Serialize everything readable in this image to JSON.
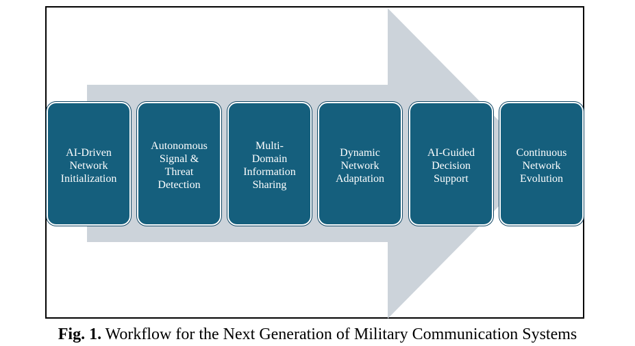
{
  "colors": {
    "arrow_fill": "#ccd3da",
    "box_fill": "#155f7d",
    "box_border": "#ffffff",
    "frame_border": "#000000"
  },
  "steps": [
    {
      "label": "AI-Driven\nNetwork\nInitialization"
    },
    {
      "label": "Autonomous\nSignal &\nThreat\nDetection"
    },
    {
      "label": "Multi-\nDomain\nInformation\nSharing"
    },
    {
      "label": "Dynamic\nNetwork\nAdaptation"
    },
    {
      "label": "AI-Guided\nDecision\nSupport"
    },
    {
      "label": "Continuous\nNetwork\nEvolution"
    }
  ],
  "caption": {
    "prefix": "Fig. 1.",
    "text": " Workflow for the Next Generation of Military Communication Systems"
  }
}
